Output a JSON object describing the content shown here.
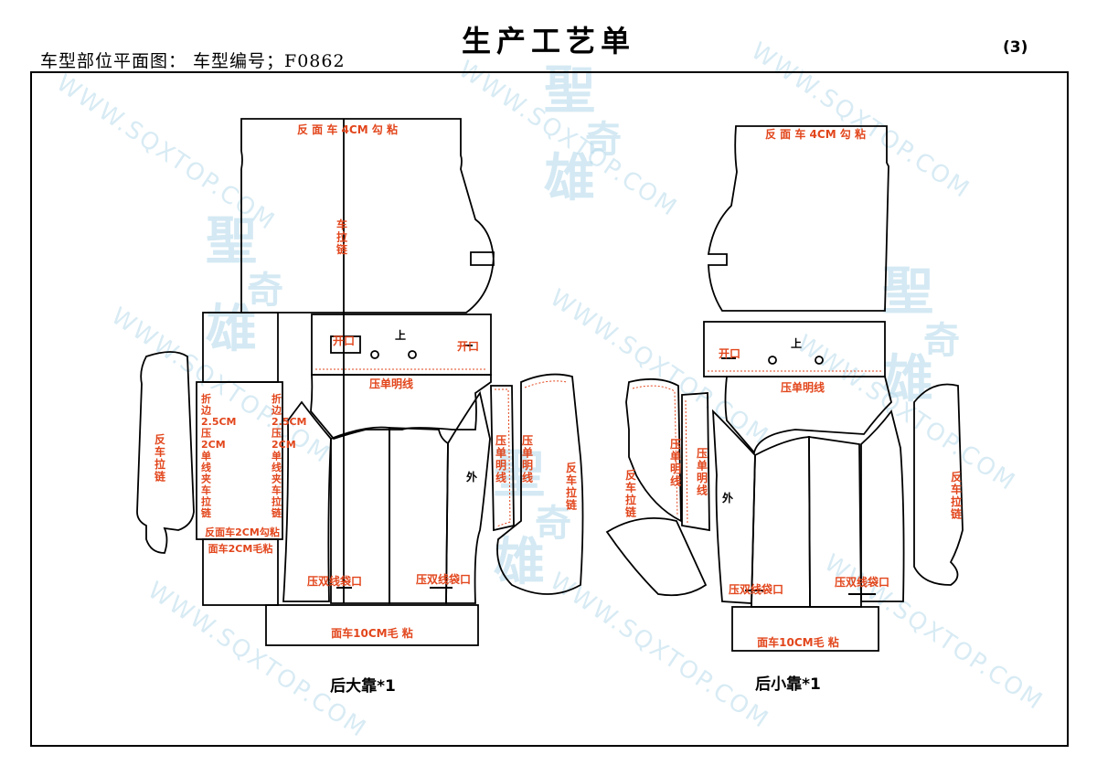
{
  "header": {
    "title": "生产工艺单",
    "subtitle": "车型部位平面图：   车型编号；F0862",
    "page_number": "(3)"
  },
  "watermark": {
    "text": "WWW.SQXTOP.COM",
    "logo_text": "聖奇雄",
    "color": "#b9dcec"
  },
  "colors": {
    "label": "#e2461c",
    "outline": "#000000",
    "stitch": "#e2461c"
  },
  "left_pattern": {
    "caption": "后大靠*1",
    "top_panel_label": "反 面 车 4CM  勾  粘",
    "top_zip_label": "车拉链",
    "band_open_left": "开口",
    "band_top": "上",
    "band_open_right": "开口",
    "band_stitch_label": "压单明线",
    "left_side_label": "反车拉链",
    "strip_left_label": "折边2.5CM压2CM单线夹车拉链",
    "strip_right_label": "折边2.5CM压2CM单线夹车拉链",
    "strip_bottom_label": "反面车2CM勾粘",
    "strip_base_label": "面车2CM毛粘",
    "pocket_left_label": "压双线袋口",
    "pocket_right_label": "压双线袋口",
    "outer_label": "外",
    "side_strip_label": "压单明线",
    "side_panel_stitch_label": "压单明线",
    "side_panel_zip_label": "反车拉链",
    "bottom_label": "面车10CM毛 粘"
  },
  "right_pattern": {
    "caption": "后小靠*1",
    "top_panel_label": "反 面 车 4CM  勾  粘",
    "band_open": "开口",
    "band_top": "上",
    "band_stitch_label": "压单明线",
    "left_piece_label": "反车拉链",
    "left_strip_stitch_label": "压单明线",
    "left_strip_stitch_label2": "压单明线",
    "outer_label": "外",
    "pocket_left_label": "压双线袋口",
    "pocket_right_label": "压双线袋口",
    "right_side_label": "反车拉链",
    "bottom_label": "面车10CM毛 粘"
  }
}
